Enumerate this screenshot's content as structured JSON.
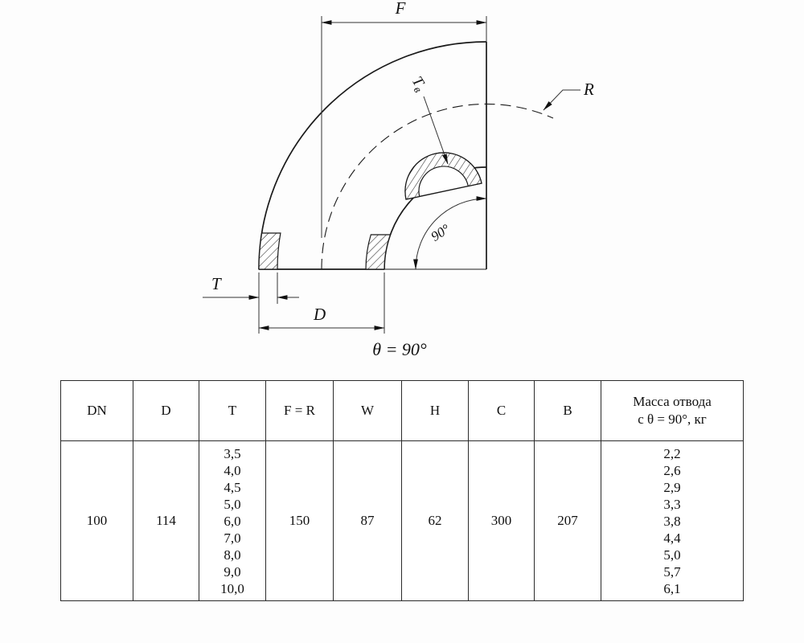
{
  "drawing": {
    "dim_f": "F",
    "dim_r": "R",
    "dim_t": "T",
    "dim_d": "D",
    "dim_tv_main": "Т",
    "dim_tv_sub": "в",
    "angle_label": "90°",
    "caption": "θ = 90°"
  },
  "table": {
    "headers": {
      "dn": "DN",
      "d": "D",
      "t": "T",
      "fr": "F = R",
      "w": "W",
      "h": "H",
      "c": "C",
      "b": "B",
      "mass_line1": "Масса отвода",
      "mass_line2": "с θ = 90°, кг"
    },
    "row": {
      "dn": "100",
      "d": "114",
      "t_values": [
        "3,5",
        "4,0",
        "4,5",
        "5,0",
        "6,0",
        "7,0",
        "8,0",
        "9,0",
        "10,0"
      ],
      "fr": "150",
      "w": "87",
      "h": "62",
      "c": "300",
      "b": "207",
      "mass_values": [
        "2,2",
        "2,6",
        "2,9",
        "3,3",
        "3,8",
        "4,4",
        "5,0",
        "5,7",
        "6,1"
      ]
    }
  }
}
